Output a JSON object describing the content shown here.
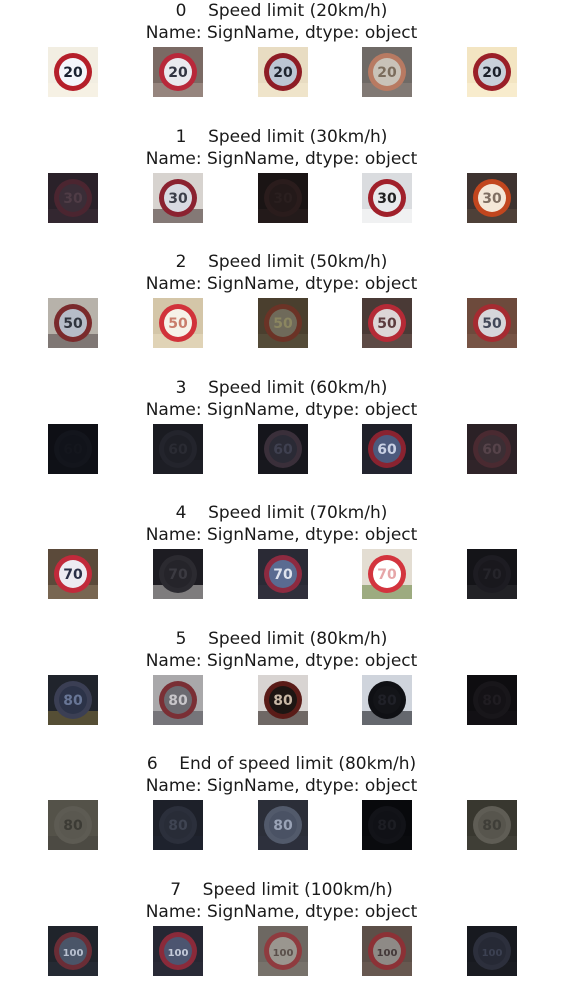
{
  "groups": [
    {
      "index": "0",
      "sign_name": "Speed limit (20km/h)",
      "meta": "Name: SignName, dtype: object",
      "samples": [
        {
          "number": "20",
          "bg": "#f2eee2",
          "ring": "#b51f2a",
          "face": "#f4f6fb",
          "text": "#1b2230",
          "spot": "#f8f3e6"
        },
        {
          "number": "20",
          "bg": "#7a6a64",
          "ring": "#b8283a",
          "face": "#e9e9ee",
          "text": "#313441",
          "spot": "#a99890"
        },
        {
          "number": "20",
          "bg": "#e8dcc2",
          "ring": "#8e1c25",
          "face": "#bcc6d4",
          "text": "#1f2530",
          "spot": "#f4e9cf"
        },
        {
          "number": "20",
          "bg": "#6f6a66",
          "ring": "#b87a62",
          "face": "#c9c2b8",
          "text": "#7b6c5c",
          "spot": "#8d847d"
        },
        {
          "number": "20",
          "bg": "#f3e5c2",
          "ring": "#9a1f28",
          "face": "#c8d0da",
          "text": "#1a1f29",
          "spot": "#fbf0d3"
        }
      ]
    },
    {
      "index": "1",
      "sign_name": "Speed limit (30km/h)",
      "meta": "Name: SignName, dtype: object",
      "samples": [
        {
          "number": "30",
          "bg": "#2a2129",
          "ring": "#4b2530",
          "face": "#3a2d37",
          "text": "#4f3c46",
          "spot": "#3a2c36"
        },
        {
          "number": "30",
          "bg": "#d7d3cf",
          "ring": "#8b2230",
          "face": "#d8dae2",
          "text": "#3c3f4a",
          "spot": "#4d3e3a"
        },
        {
          "number": "30",
          "bg": "#1a1414",
          "ring": "#2a1c1c",
          "face": "#231919",
          "text": "#2a1f1f",
          "spot": "#2a1e1e"
        },
        {
          "number": "30",
          "bg": "#dadcdf",
          "ring": "#a0202a",
          "face": "#e8eaec",
          "text": "#222",
          "spot": "#ffffff"
        },
        {
          "number": "30",
          "bg": "#3e3330",
          "ring": "#c2461e",
          "face": "#f4e7d8",
          "text": "#7f6e62",
          "spot": "#5a4a3e"
        }
      ]
    },
    {
      "index": "2",
      "sign_name": "Speed limit (50km/h)",
      "meta": "Name: SignName, dtype: object",
      "samples": [
        {
          "number": "50",
          "bg": "#b7b2aa",
          "ring": "#7a2a2c",
          "face": "#b6bcc8",
          "text": "#30343e",
          "spot": "#5a5050"
        },
        {
          "number": "50",
          "bg": "#d4c6a8",
          "ring": "#d1323a",
          "face": "#f6f2e8",
          "text": "#c97d6b",
          "spot": "#e8dcc0"
        },
        {
          "number": "50",
          "bg": "#4a3f2e",
          "ring": "#6b3326",
          "face": "#6f6a5a",
          "text": "#8b8660",
          "spot": "#5c5340"
        },
        {
          "number": "50",
          "bg": "#4a3a36",
          "ring": "#b52a36",
          "face": "#dcd6d6",
          "text": "#5c3c3e",
          "spot": "#6b5550"
        },
        {
          "number": "50",
          "bg": "#6d4a3c",
          "ring": "#a52b31",
          "face": "#d6d6da",
          "text": "#434858",
          "spot": "#7f5c4b"
        }
      ]
    },
    {
      "index": "3",
      "sign_name": "Speed limit (60km/h)",
      "meta": "Name: SignName, dtype: object",
      "samples": [
        {
          "number": "60",
          "bg": "#0e0f15",
          "ring": "#13151c",
          "face": "#11131a",
          "text": "#14161d",
          "spot": "#101219"
        },
        {
          "number": "60",
          "bg": "#1a1b21",
          "ring": "#23242c",
          "face": "#1e1f26",
          "text": "#2a2b33",
          "spot": "#202128"
        },
        {
          "number": "60",
          "bg": "#15151b",
          "ring": "#3a2f3a",
          "face": "#2a2a35",
          "text": "#3f4050",
          "spot": "#1b1b22"
        },
        {
          "number": "60",
          "bg": "#1f2029",
          "ring": "#8a2330",
          "face": "#4c5a7d",
          "text": "#c9d1e4",
          "spot": "#272834"
        },
        {
          "number": "60",
          "bg": "#2b2126",
          "ring": "#4a2a31",
          "face": "#3b2e34",
          "text": "#56434a",
          "spot": "#33262b"
        }
      ]
    },
    {
      "index": "4",
      "sign_name": "Speed limit (70km/h)",
      "meta": "Name: SignName, dtype: object",
      "samples": [
        {
          "number": "70",
          "bg": "#5b4a3a",
          "ring": "#c12a3b",
          "face": "#ecebf2",
          "text": "#2a2f47",
          "spot": "#8c7a60"
        },
        {
          "number": "70",
          "bg": "#1d1c22",
          "ring": "#2b2a30",
          "face": "#25242a",
          "text": "#3b3a41",
          "spot": "#bfbcbb"
        },
        {
          "number": "70",
          "bg": "#2a2a35",
          "ring": "#8d2a40",
          "face": "#5a6b91",
          "text": "#dfe3ee",
          "spot": "#35343f"
        },
        {
          "number": "70",
          "bg": "#e3ddd2",
          "ring": "#d3343e",
          "face": "#ffffff",
          "text": "#e6a6a8",
          "spot": "#6e8a4a"
        },
        {
          "number": "70",
          "bg": "#141418",
          "ring": "#1d1c22",
          "face": "#19181d",
          "text": "#25242a",
          "spot": "#2b2b30"
        }
      ]
    },
    {
      "index": "5",
      "sign_name": "Speed limit (80km/h)",
      "meta": "Name: SignName, dtype: object",
      "samples": [
        {
          "number": "80",
          "bg": "#20242c",
          "ring": "#3b3f54",
          "face": "#2c3348",
          "text": "#687696",
          "spot": "#7a6a3c"
        },
        {
          "number": "80",
          "bg": "#a9a8aa",
          "ring": "#7a2f35",
          "face": "#6b6a70",
          "text": "#c8c6ca",
          "spot": "#55545a"
        },
        {
          "number": "80",
          "bg": "#d8d4d2",
          "ring": "#5a1c18",
          "face": "#1d1613",
          "text": "#c9b9a7",
          "spot": "#2a201c"
        },
        {
          "number": "80",
          "bg": "#cfd4dc",
          "ring": "#0f1014",
          "face": "#131418",
          "text": "#202128",
          "spot": "#1e1f24"
        },
        {
          "number": "80",
          "bg": "#0e0d10",
          "ring": "#18161a",
          "face": "#141216",
          "text": "#1f1c21",
          "spot": "#151317"
        }
      ]
    },
    {
      "index": "6",
      "sign_name": "End of speed limit (80km/h)",
      "meta": "Name: SignName, dtype: object",
      "samples": [
        {
          "number": "80",
          "bg": "#545249",
          "ring": "#5d5b53",
          "face": "#5a5850",
          "text": "#3c3b35",
          "spot": "#47463f"
        },
        {
          "number": "80",
          "bg": "#1d2029",
          "ring": "#2b2f3b",
          "face": "#282c37",
          "text": "#3f4452",
          "spot": "#202430"
        },
        {
          "number": "80",
          "bg": "#2b2e38",
          "ring": "#525a6b",
          "face": "#4a5264",
          "text": "#9aa3b6",
          "spot": "#2f3240"
        },
        {
          "number": "80",
          "bg": "#08090c",
          "ring": "#121318",
          "face": "#101116",
          "text": "#1c1d23",
          "spot": "#0c0d11"
        },
        {
          "number": "80",
          "bg": "#38372f",
          "ring": "#5f5d55",
          "face": "#57554d",
          "text": "#3f3e38",
          "spot": "#44433c"
        }
      ]
    },
    {
      "index": "7",
      "sign_name": "Speed limit (100km/h)",
      "meta": "Name: SignName, dtype: object",
      "samples": [
        {
          "number": "100",
          "bg": "#20242b",
          "ring": "#6a2d36",
          "face": "#4a5568",
          "text": "#b8c0cf",
          "spot": "#2a2f38"
        },
        {
          "number": "100",
          "bg": "#262733",
          "ring": "#8a2a3a",
          "face": "#4c5570",
          "text": "#c4cad9",
          "spot": "#2c2d39"
        },
        {
          "number": "100",
          "bg": "#6d6862",
          "ring": "#8f3b3f",
          "face": "#9a968f",
          "text": "#5a4f4a",
          "spot": "#7f7a72"
        },
        {
          "number": "100",
          "bg": "#5c4f48",
          "ring": "#8c3136",
          "face": "#8e8a86",
          "text": "#433838",
          "spot": "#6e5f56"
        },
        {
          "number": "100",
          "bg": "#17191f",
          "ring": "#2c2f3c",
          "face": "#262935",
          "text": "#3c4152",
          "spot": "#1c1e25"
        }
      ]
    }
  ]
}
